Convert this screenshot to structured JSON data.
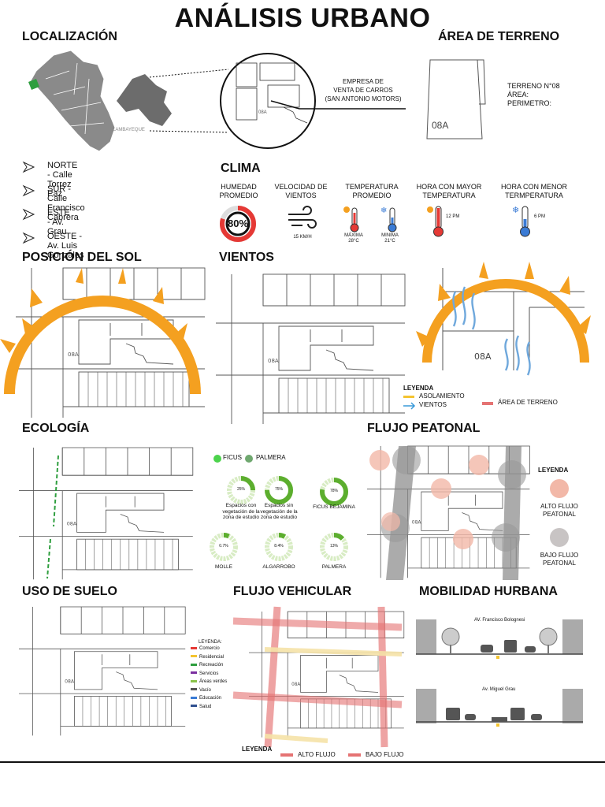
{
  "title": "ANÁLISIS URBANO",
  "sections": {
    "localizacion": "LOCALIZACIÓN",
    "area_terreno": "ÁREA DE TERRENO",
    "clima": "CLIMA",
    "posicion_sol": "POSICIÓN DEL SOL",
    "vientos": "VIENTOS",
    "ecologia": "ECOLOGÍA",
    "flujo_peatonal": "FLUJO PEATONAL",
    "uso_suelo": "USO DE SUELO",
    "flujo_vehicular": "FLUJO VEHICULAR",
    "movilidad": "MOBILIDAD HURBANA"
  },
  "map_region": "LAMBAYEQUE",
  "lot": "08A",
  "empresa": [
    "EMPRESA DE",
    "VENTA DE CARROS",
    "(SAN ANTONIO MOTORS)"
  ],
  "terreno_info": [
    "TERRENO N°08",
    "ÁREA:",
    "PERIMETRO:"
  ],
  "limits": [
    "NORTE  -  Calle Torrez Paz",
    "SUR  -  Calle Francisco Cabrera",
    "ESTE  -  Av. Grau",
    "OESTE  -  Av. Luis Gonzales"
  ],
  "clima": {
    "humedad_label": [
      "HUMEDAD",
      "PROMEDIO"
    ],
    "humedad_value": "80%",
    "viento_label": [
      "VELOCIDAD DE",
      "VIENTOS"
    ],
    "viento_value": "15 KM/H",
    "temp_label": [
      "TEMPERATURA",
      "PROMEDIO"
    ],
    "temp_max": [
      "MÁXIMA",
      "28°C"
    ],
    "temp_min": [
      "MINIMA",
      "21°C"
    ],
    "mayor_label": [
      "HORA CON MAYOR",
      "TEMPERATURA"
    ],
    "mayor_value": "12 PM",
    "menor_label": [
      "HORA CON MENOR",
      "TERMPERATURA"
    ],
    "menor_value": "6 PM"
  },
  "vientos_legend": {
    "title": "LEYENDA",
    "asoleamiento": "ASOLAMIENTO",
    "vientos": "VIENTOS",
    "area": "ÁREA DE TERRENO"
  },
  "ecologia": {
    "ficus": "FICUS",
    "palmera": "PALMERA",
    "donuts": [
      {
        "value": "25%",
        "label": [
          "Espacios con",
          "vegetación de la",
          "zona de estudio"
        ],
        "fraction": 0.25
      },
      {
        "value": "75%",
        "label": [
          "Espacios sin",
          "vegetación de la",
          "zona de estudio"
        ],
        "fraction": 0.75
      },
      {
        "value": "78%",
        "label": [
          "FICUS BEJAMINA"
        ],
        "fraction": 0.78
      },
      {
        "value": "0.7%",
        "label": [
          "MOLLE"
        ],
        "fraction": 0.07
      },
      {
        "value": "8.4%",
        "label": [
          "ALGARROBO"
        ],
        "fraction": 0.084
      },
      {
        "value": "13%",
        "label": [
          "PALMERA"
        ],
        "fraction": 0.13
      }
    ]
  },
  "peatonal_legend": {
    "title": "LEYENDA",
    "alto": [
      "ALTO FLUJO",
      "PEATONAL"
    ],
    "bajo": [
      "BAJO FLUJO",
      "PEATONAL"
    ]
  },
  "uso_legend": {
    "title": "LEYENDA:",
    "items": [
      {
        "label": "Comercio",
        "color": "#e53935"
      },
      {
        "label": "Residencial",
        "color": "#f4c430"
      },
      {
        "label": "Recreación",
        "color": "#2e9e3e"
      },
      {
        "label": "Servicios",
        "color": "#7b2fa0"
      },
      {
        "label": "Áreas verdes",
        "color": "#8bc34a"
      },
      {
        "label": "Vacío",
        "color": "#555555"
      },
      {
        "label": "Educación",
        "color": "#3a7bd5"
      },
      {
        "label": "Salud",
        "color": "#2f4f8f"
      }
    ]
  },
  "vehicular_legend": {
    "title": "LEYENDA",
    "alto": "ALTO FLUJO",
    "bajo": "BAJO FLUJO"
  },
  "movilidad": {
    "av1": "AV. Francisco Bolognesi",
    "av2": "Av. Miguel Grau"
  }
}
